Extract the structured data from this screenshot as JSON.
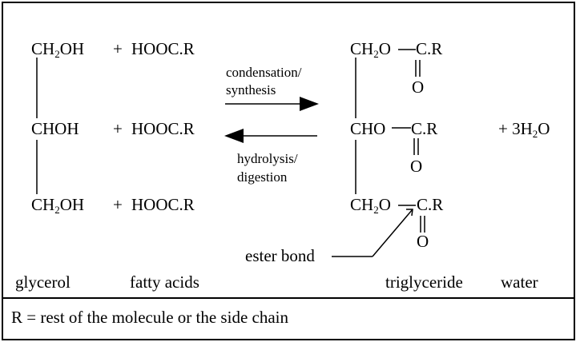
{
  "glycerol": {
    "row1": [
      "CH",
      "2",
      "OH"
    ],
    "row2": "CHOH",
    "row3": [
      "CH",
      "2",
      "OH"
    ],
    "label": "glycerol"
  },
  "fatty_acids": {
    "formula": "HOOC.R",
    "plus": "+",
    "label": "fatty acids"
  },
  "reaction": {
    "forward": [
      "condensation/",
      "synthesis"
    ],
    "reverse": [
      "hydrolysis/",
      "digestion"
    ]
  },
  "triglyceride": {
    "row1": [
      "CH",
      "2",
      "O"
    ],
    "row2": "CHO",
    "row3": [
      "CH",
      "2",
      "O"
    ],
    "carbonyl": "C.R",
    "oxygen": "O",
    "label": "triglyceride"
  },
  "water": {
    "formula": [
      "+ 3H",
      "2",
      "O"
    ],
    "label": "water"
  },
  "annotation": {
    "ester_bond": "ester bond"
  },
  "footnote": "R = rest of the molecule or the side chain"
}
